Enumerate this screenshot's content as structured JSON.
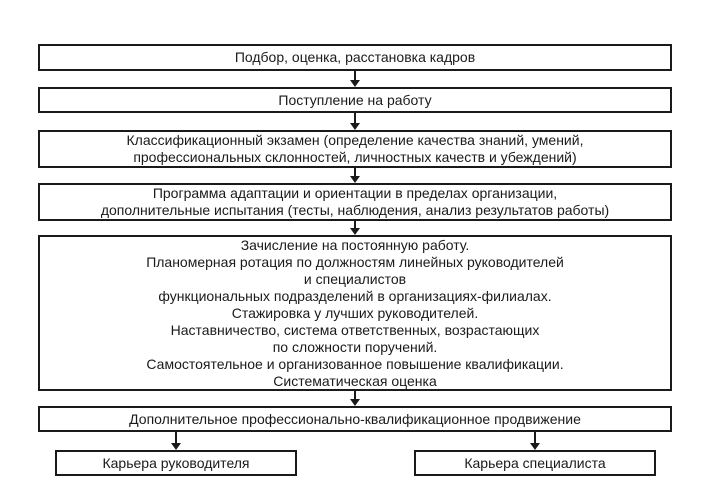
{
  "boxes": {
    "selection": "Подбор, оценка, расстановка кадров",
    "hiring": "Поступление на работу",
    "exam": [
      "Классификационный экзамен (определение качества знаний, умений,",
      "профессиональных склонностей, личностных качеств и убеждений)"
    ],
    "adaptation": [
      "Программа адаптации и ориентации в пределах организации,",
      "дополнительные испытания (тесты, наблюдения, анализ результатов работы)"
    ],
    "enrollment": [
      "Зачисление на постоянную работу.",
      "Планомерная ротация по должностям линейных руководителей",
      "и специалистов",
      "функциональных подразделений в организациях-филиалах.",
      "Стажировка у лучших руководителей.",
      "Наставничество, система ответственных, возрастающих",
      "по сложности поручений.",
      "Самостоятельное и организованное повышение квалификации.",
      "Систематическая оценка"
    ],
    "promotion": "Дополнительное профессионально-квалификационное продвижение",
    "manager_career": "Карьера руководителя",
    "specialist_career": "Карьера специалиста"
  }
}
